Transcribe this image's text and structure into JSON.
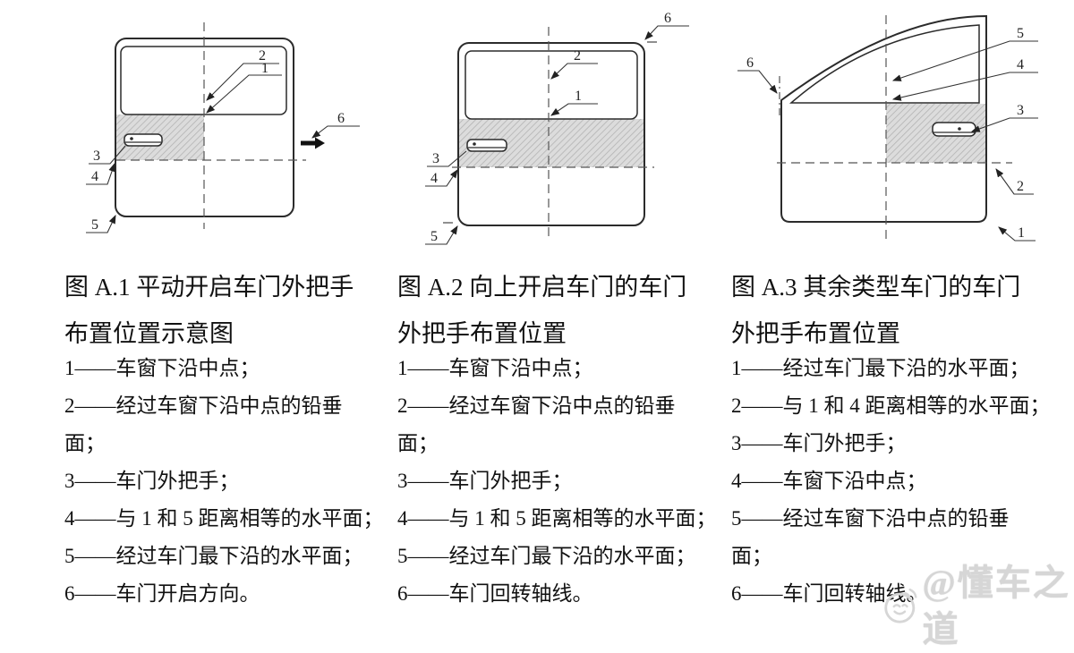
{
  "figures": [
    {
      "caption_line1": "图 A.1  平动开启车门外把手",
      "caption_line2": "布置位置示意图",
      "legend_lines": [
        "1——车窗下沿中点；",
        "2——经过车窗下沿中点的铅垂",
        "面；",
        "3——车门外把手；",
        "4——与 1 和 5 距离相等的水平面；",
        "5——经过车门最下沿的水平面；",
        "6——车门开启方向。"
      ],
      "callout_labels": [
        "1",
        "2",
        "3",
        "4",
        "5",
        "6"
      ]
    },
    {
      "caption_line1": "图 A.2  向上开启车门的车门",
      "caption_line2": "外把手布置位置",
      "legend_lines": [
        "1——车窗下沿中点；",
        "2——经过车窗下沿中点的铅垂",
        "面；",
        "3——车门外把手；",
        "4——与 1 和 5 距离相等的水平面；",
        "5——经过车门最下沿的水平面；",
        "6——车门回转轴线。"
      ],
      "callout_labels": [
        "1",
        "2",
        "3",
        "4",
        "5",
        "6"
      ]
    },
    {
      "caption_line1": "图 A.3  其余类型车门的车门",
      "caption_line2": "外把手布置位置",
      "legend_lines": [
        "1——经过车门最下沿的水平面；",
        "2——与 1 和 4 距离相等的水平面；",
        "3——车门外把手；",
        "4——车窗下沿中点；",
        "5——经过车窗下沿中点的铅垂",
        "面；",
        "6——车门回转轴线。"
      ],
      "callout_labels": [
        "1",
        "2",
        "3",
        "4",
        "5",
        "6"
      ]
    }
  ],
  "watermark": {
    "text": "@懂车之道"
  },
  "colors": {
    "line": "#2b2b2b",
    "dashed_line": "#555555",
    "hatch_background": "#dcdcdc",
    "hatch_stroke": "#b3b3b3",
    "watermark_gray": "#d6d6d6"
  }
}
